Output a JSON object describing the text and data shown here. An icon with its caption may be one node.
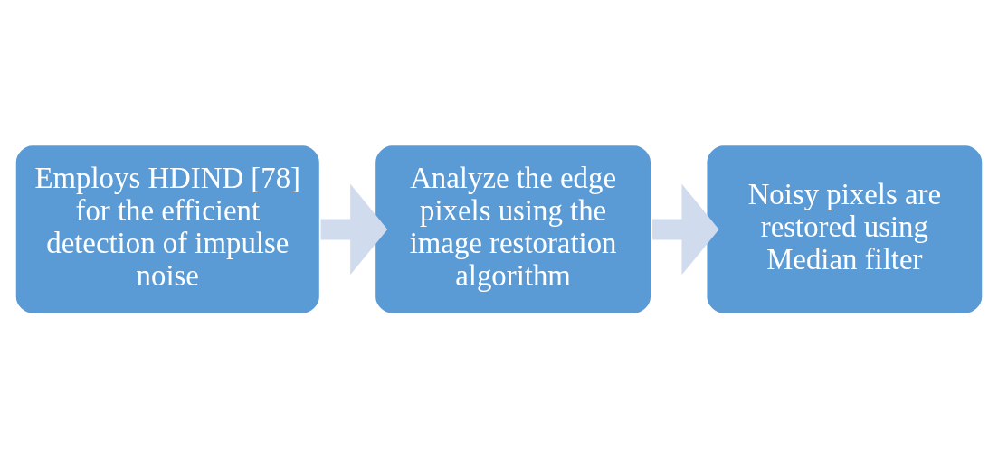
{
  "diagram": {
    "nodes": [
      {
        "text": [
          "Employs HDIND [78] for the efficient detection of impulse noise"
        ]
      },
      {
        "text": [
          "Analyze the edge pixels using the image restoration algorithm"
        ]
      },
      {
        "text": [
          "Noisy pixels are restored using Median filter"
        ]
      }
    ],
    "edges": [
      {
        "from": 0,
        "to": 1,
        "arrow": "to"
      },
      {
        "from": 1,
        "to": 2,
        "arrow": "to"
      }
    ]
  }
}
